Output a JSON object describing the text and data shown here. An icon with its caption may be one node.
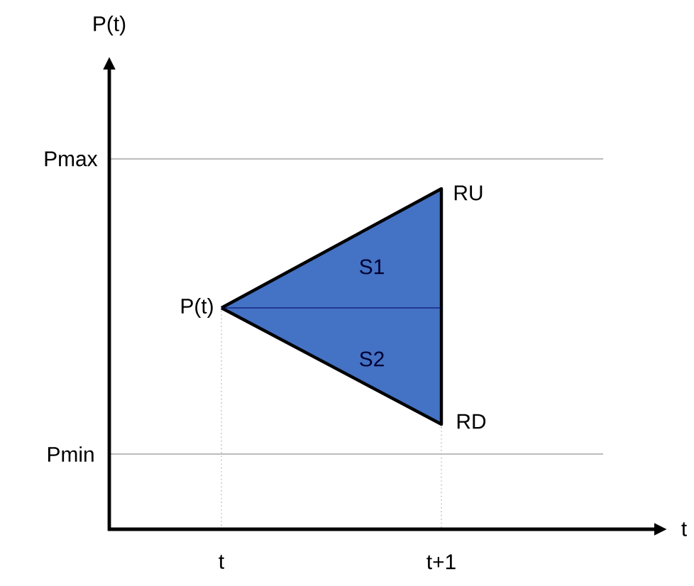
{
  "diagram": {
    "nodes": [
      {
        "text": [
          "S1"
        ]
      },
      {
        "text": [
          "S2"
        ]
      }
    ],
    "labels": [
      "P(t)",
      "Pmax",
      "RU",
      "P(t)",
      "RD",
      "Pmin",
      "t",
      "t+1",
      "t"
    ]
  }
}
